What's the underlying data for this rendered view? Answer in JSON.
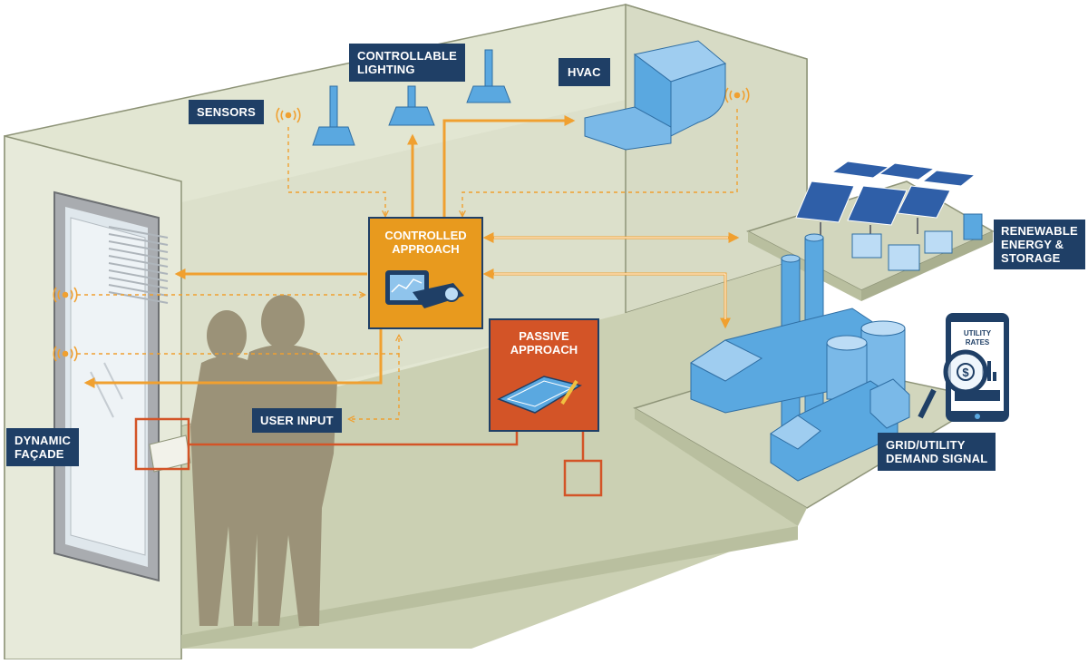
{
  "labels": {
    "sensors": "SENSORS",
    "lighting_line1": "CONTROLLABLE",
    "lighting_line2": "LIGHTING",
    "hvac": "HVAC",
    "controlled_line1": "CONTROLLED",
    "controlled_line2": "APPROACH",
    "passive_line1": "PASSIVE",
    "passive_line2": "APPROACH",
    "renewable_line1": "RENEWABLE",
    "renewable_line2": "ENERGY &",
    "renewable_line3": "STORAGE",
    "user_input": "USER INPUT",
    "facade_line1": "DYNAMIC",
    "facade_line2": "FAÇADE",
    "grid_line1": "GRID/UTILITY",
    "grid_line2": "DEMAND SIGNAL",
    "utility_line1": "UTILITY",
    "utility_line2": "RATES",
    "dollar": "$"
  },
  "colors": {
    "label_bg": "#1f3f66",
    "controlled_orange": "#e89a1e",
    "passive_red": "#d35427",
    "arrow_orange": "#f0a030",
    "equipment_blue": "#5aa8e0",
    "wall": "#dfe3cf",
    "floor": "#cfd4b8",
    "silhouette": "#9b9278"
  }
}
